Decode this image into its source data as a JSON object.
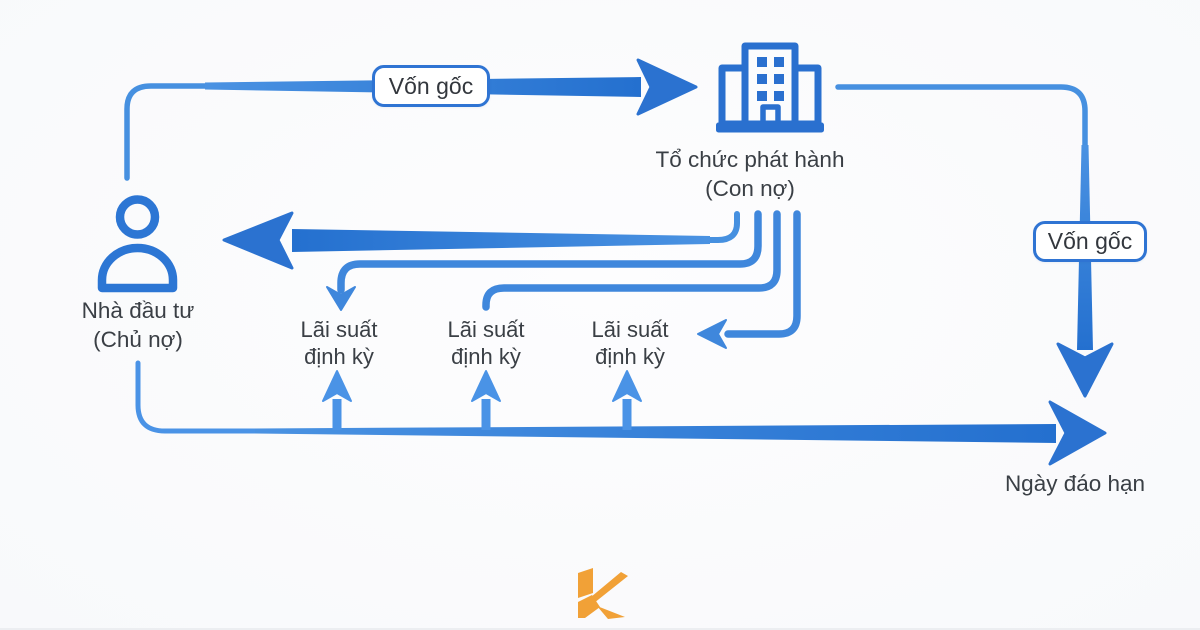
{
  "palette": {
    "background": "#fbfcfd",
    "arrow_blue": "#2b72d0",
    "arrow_blue_light": "#4a93e6",
    "line_blue": "#3f87dc",
    "icon_blue": "#2c76d4",
    "pill_border": "#2f74d3",
    "pill_background": "#ffffff",
    "text_color": "#3a3f45",
    "logo_orange": "#f1a137"
  },
  "nodes": {
    "investor": {
      "name": "Nhà đầu tư",
      "role": "(Chủ nợ)",
      "icon": "person-icon"
    },
    "issuer": {
      "name": "Tổ chức phát hành",
      "role": "(Con nợ)",
      "icon": "building-icon"
    }
  },
  "flows": {
    "principal_out_label": "Vốn gốc",
    "principal_back_label": "Vốn gốc",
    "interest_payments": [
      {
        "line1": "Lãi suất",
        "line2": "định kỳ"
      },
      {
        "line1": "Lãi suất",
        "line2": "định kỳ"
      },
      {
        "line1": "Lãi suất",
        "line2": "định kỳ"
      }
    ],
    "maturity_label": "Ngày đáo hạn"
  },
  "branding": {
    "logo_icon": "k-logo"
  }
}
